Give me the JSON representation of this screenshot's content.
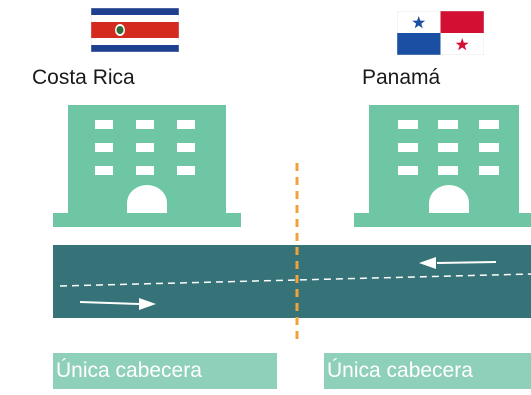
{
  "countries": {
    "left": {
      "name": "Costa Rica"
    },
    "right": {
      "name": "Panamá"
    }
  },
  "headers": {
    "left": "Única cabecera",
    "right": "Única cabecera"
  },
  "colors": {
    "building": "#6fc6a4",
    "road": "#357378",
    "header_box": "#8fd0bb",
    "border_line": "#f0a23c",
    "lane_marking": "#ffffff"
  },
  "icons": {
    "left_flag": "costa-rica-flag-icon",
    "right_flag": "panama-flag-icon",
    "building": "building-icon",
    "arrow": "arrow-icon"
  }
}
